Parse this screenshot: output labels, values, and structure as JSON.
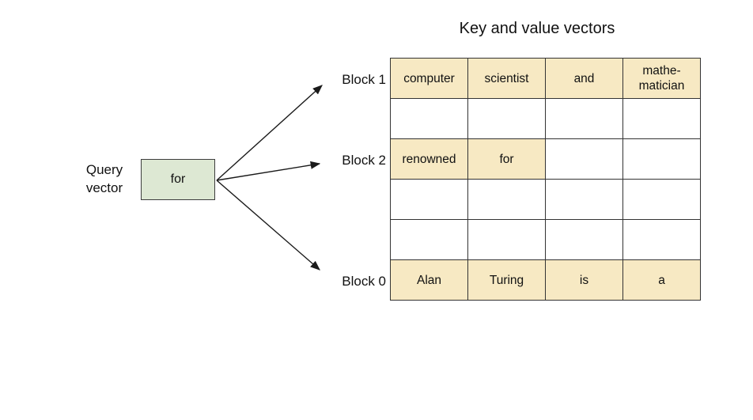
{
  "title": "Key and value vectors",
  "colors": {
    "highlight_fill": "#f7e9c3",
    "query_box_fill": "#dde8d3",
    "table_border": "#333333",
    "background": "#ffffff",
    "text": "#111111"
  },
  "query": {
    "label_line1": "Query",
    "label_line2": "vector",
    "value": "for"
  },
  "blocks": [
    {
      "label": "Block 1"
    },
    {
      "label": "Block 2"
    },
    {
      "label": "Block 0"
    }
  ],
  "table": {
    "columns": 4,
    "rows": [
      {
        "cells": [
          {
            "text": "computer",
            "state": "highlighted"
          },
          {
            "text": "scientist",
            "state": "highlighted"
          },
          {
            "text": "and",
            "state": "highlighted"
          },
          {
            "text": "mathe-matician",
            "state": "highlighted"
          }
        ]
      },
      {
        "cells": [
          {
            "text": "",
            "state": "empty"
          },
          {
            "text": "",
            "state": "empty"
          },
          {
            "text": "",
            "state": "empty"
          },
          {
            "text": "",
            "state": "empty"
          }
        ]
      },
      {
        "cells": [
          {
            "text": "renowned",
            "state": "highlighted"
          },
          {
            "text": "for",
            "state": "highlighted"
          },
          {
            "text": "",
            "state": "empty"
          },
          {
            "text": "",
            "state": "empty"
          }
        ]
      },
      {
        "cells": [
          {
            "text": "",
            "state": "empty"
          },
          {
            "text": "",
            "state": "empty"
          },
          {
            "text": "",
            "state": "empty"
          },
          {
            "text": "",
            "state": "empty"
          }
        ]
      },
      {
        "cells": [
          {
            "text": "",
            "state": "empty"
          },
          {
            "text": "",
            "state": "empty"
          },
          {
            "text": "",
            "state": "empty"
          },
          {
            "text": "",
            "state": "empty"
          }
        ]
      },
      {
        "cells": [
          {
            "text": "Alan",
            "state": "highlighted"
          },
          {
            "text": "Turing",
            "state": "highlighted"
          },
          {
            "text": "is",
            "state": "highlighted"
          },
          {
            "text": "a",
            "state": "highlighted"
          }
        ]
      }
    ]
  }
}
